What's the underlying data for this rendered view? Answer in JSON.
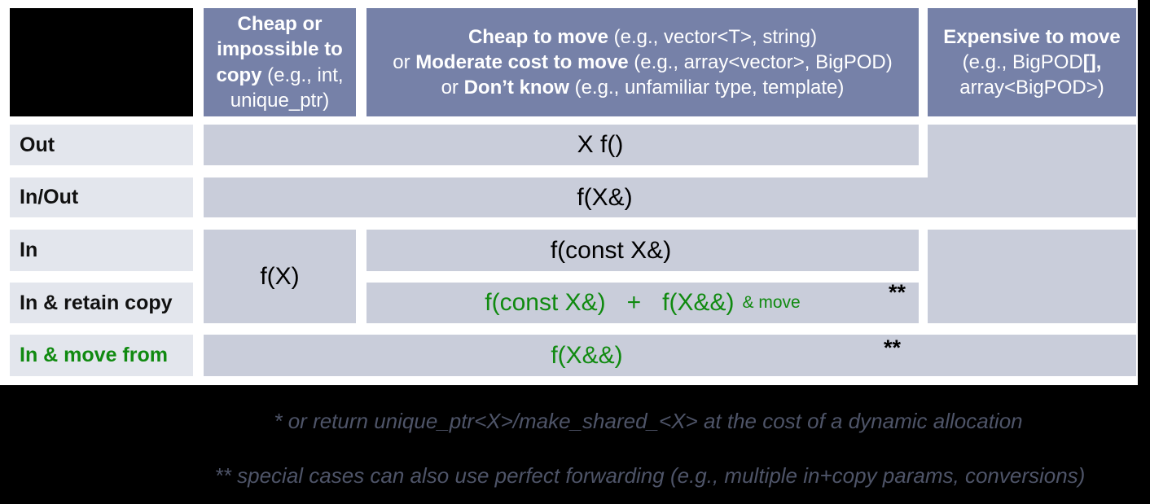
{
  "colors": {
    "header_bg": "#7681a8",
    "body_cell_bg": "#c9cdda",
    "row_label_bg": "#e3e6ed",
    "green_text": "#108a10",
    "footnote_text": "#4e5468",
    "frame": "#000000"
  },
  "header": {
    "col1": {
      "bold": "Cheap or impossible to copy",
      "rest": " (e.g., int, unique_ptr)"
    },
    "col2": {
      "l1_bold": "Cheap to move",
      "l1_rest": " (e.g., vector<T>, string)",
      "l2_pre": "or ",
      "l2_bold": "Moderate cost to move",
      "l2_rest": " (e.g., array<vector>, BigPOD)",
      "l3_pre": "or ",
      "l3_bold": "Don’t know",
      "l3_rest": " (e.g., unfamiliar type, template)"
    },
    "col3": {
      "bold": "Expensive to move",
      "l2_pre": "(e.g., BigPOD",
      "l2_bold": "[],",
      "l3": "array<BigPOD>)"
    }
  },
  "rows": {
    "out": "Out",
    "inout": "In/Out",
    "in": "In",
    "retain": "In & retain copy",
    "movefrom": "In & move from"
  },
  "cells": {
    "out": "X f()",
    "inout": "f(X&)",
    "fx": "f(X)",
    "in": "f(const X&)",
    "retain_a": "f(const X&)",
    "retain_plus": "+",
    "retain_b": "f(X&&)",
    "retain_move": "& move",
    "retain_stars": "**",
    "movefrom": "f(X&&)",
    "movefrom_stars": "**"
  },
  "footnotes": {
    "line1": "* or return unique_ptr<X>/make_shared_<X> at the cost of a dynamic allocation",
    "line2": "** special cases can also use perfect forwarding (e.g., multiple in+copy params, conversions)"
  }
}
